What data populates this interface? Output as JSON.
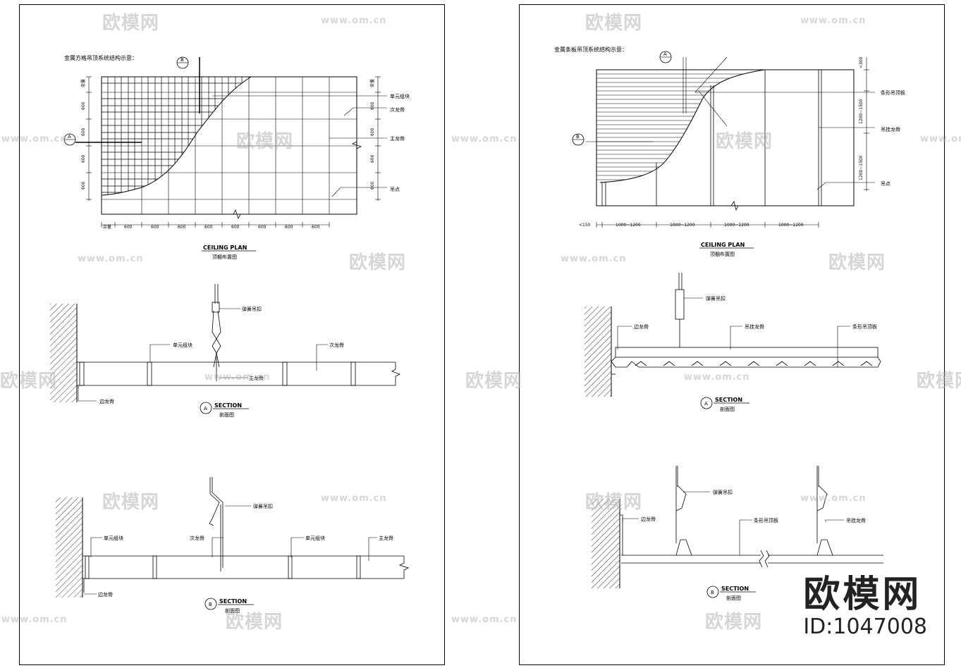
{
  "left_sheet": {
    "note": "金属方格吊顶系统结构示意：",
    "plan": {
      "title_en": "CEILING PLAN",
      "title_cn": "顶棚布置图",
      "callouts": [
        "单元组块",
        "次龙骨",
        "主龙骨",
        "吊点"
      ],
      "left_dims": [
        "余量",
        "600",
        "600",
        "600",
        "600"
      ],
      "right_dims": [
        "余量",
        "600",
        "600",
        "600",
        "600"
      ],
      "bottom_dims": [
        "余量",
        "600",
        "600",
        "600",
        "600",
        "600",
        "600",
        "600",
        "600"
      ],
      "section_markers": [
        "A",
        "B"
      ]
    },
    "section_a": {
      "marker": "A",
      "title_en": "SECTION",
      "title_cn": "剖面图",
      "labels": [
        "弹簧吊扣",
        "单元组块",
        "次龙骨",
        "主龙骨",
        "边龙骨"
      ]
    },
    "section_b": {
      "marker": "B",
      "title_en": "SECTION",
      "title_cn": "剖面图",
      "labels": [
        "弹簧吊扣",
        "单元组块",
        "次龙骨",
        "单元组块",
        "主龙骨",
        "边龙骨"
      ]
    }
  },
  "right_sheet": {
    "note": "金属条板吊顶系统结构示意：",
    "plan": {
      "title_en": "CEILING PLAN",
      "title_cn": "顶棚布置图",
      "callouts": [
        "条形吊顶板",
        "吊挂龙骨",
        "吊点"
      ],
      "right_dims": [
        "<300",
        "1200~1500",
        "1200~1500"
      ],
      "bottom_dims": [
        "<150",
        "1000~1200",
        "1000~1200",
        "1000~1200",
        "1000~1200"
      ],
      "section_markers": [
        "A",
        "B"
      ]
    },
    "section_a": {
      "marker": "A",
      "title_en": "SECTION",
      "title_cn": "剖面图",
      "labels": [
        "弹簧吊扣",
        "边龙骨",
        "吊挂龙骨",
        "条形吊顶板"
      ]
    },
    "section_b": {
      "marker": "B",
      "title_en": "SECTION",
      "title_cn": "剖面图",
      "labels": [
        "弹簧吊扣",
        "边龙骨",
        "条形吊顶板",
        "吊挂龙骨"
      ]
    }
  },
  "watermark": {
    "cn": "欧模网",
    "url": "www.om.cn",
    "brand": "欧模网",
    "id": "ID:1047008"
  }
}
